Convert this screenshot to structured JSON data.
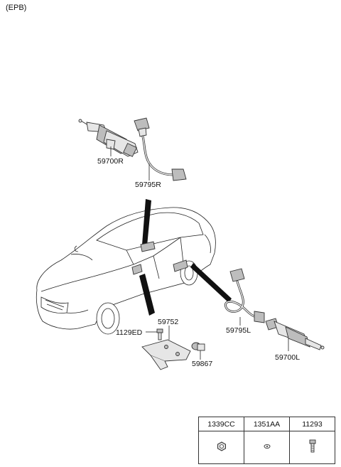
{
  "title": "(EPB)",
  "labels": {
    "p59700R": "59700R",
    "p59795R": "59795R",
    "p59752": "59752",
    "p1129ED": "1129ED",
    "p59867": "59867",
    "p59795L": "59795L",
    "p59700L": "59700L"
  },
  "table": {
    "headers": [
      "1339CC",
      "1351AA",
      "11293"
    ],
    "icons": [
      "nut-icon",
      "clip-icon",
      "bolt-icon"
    ]
  }
}
